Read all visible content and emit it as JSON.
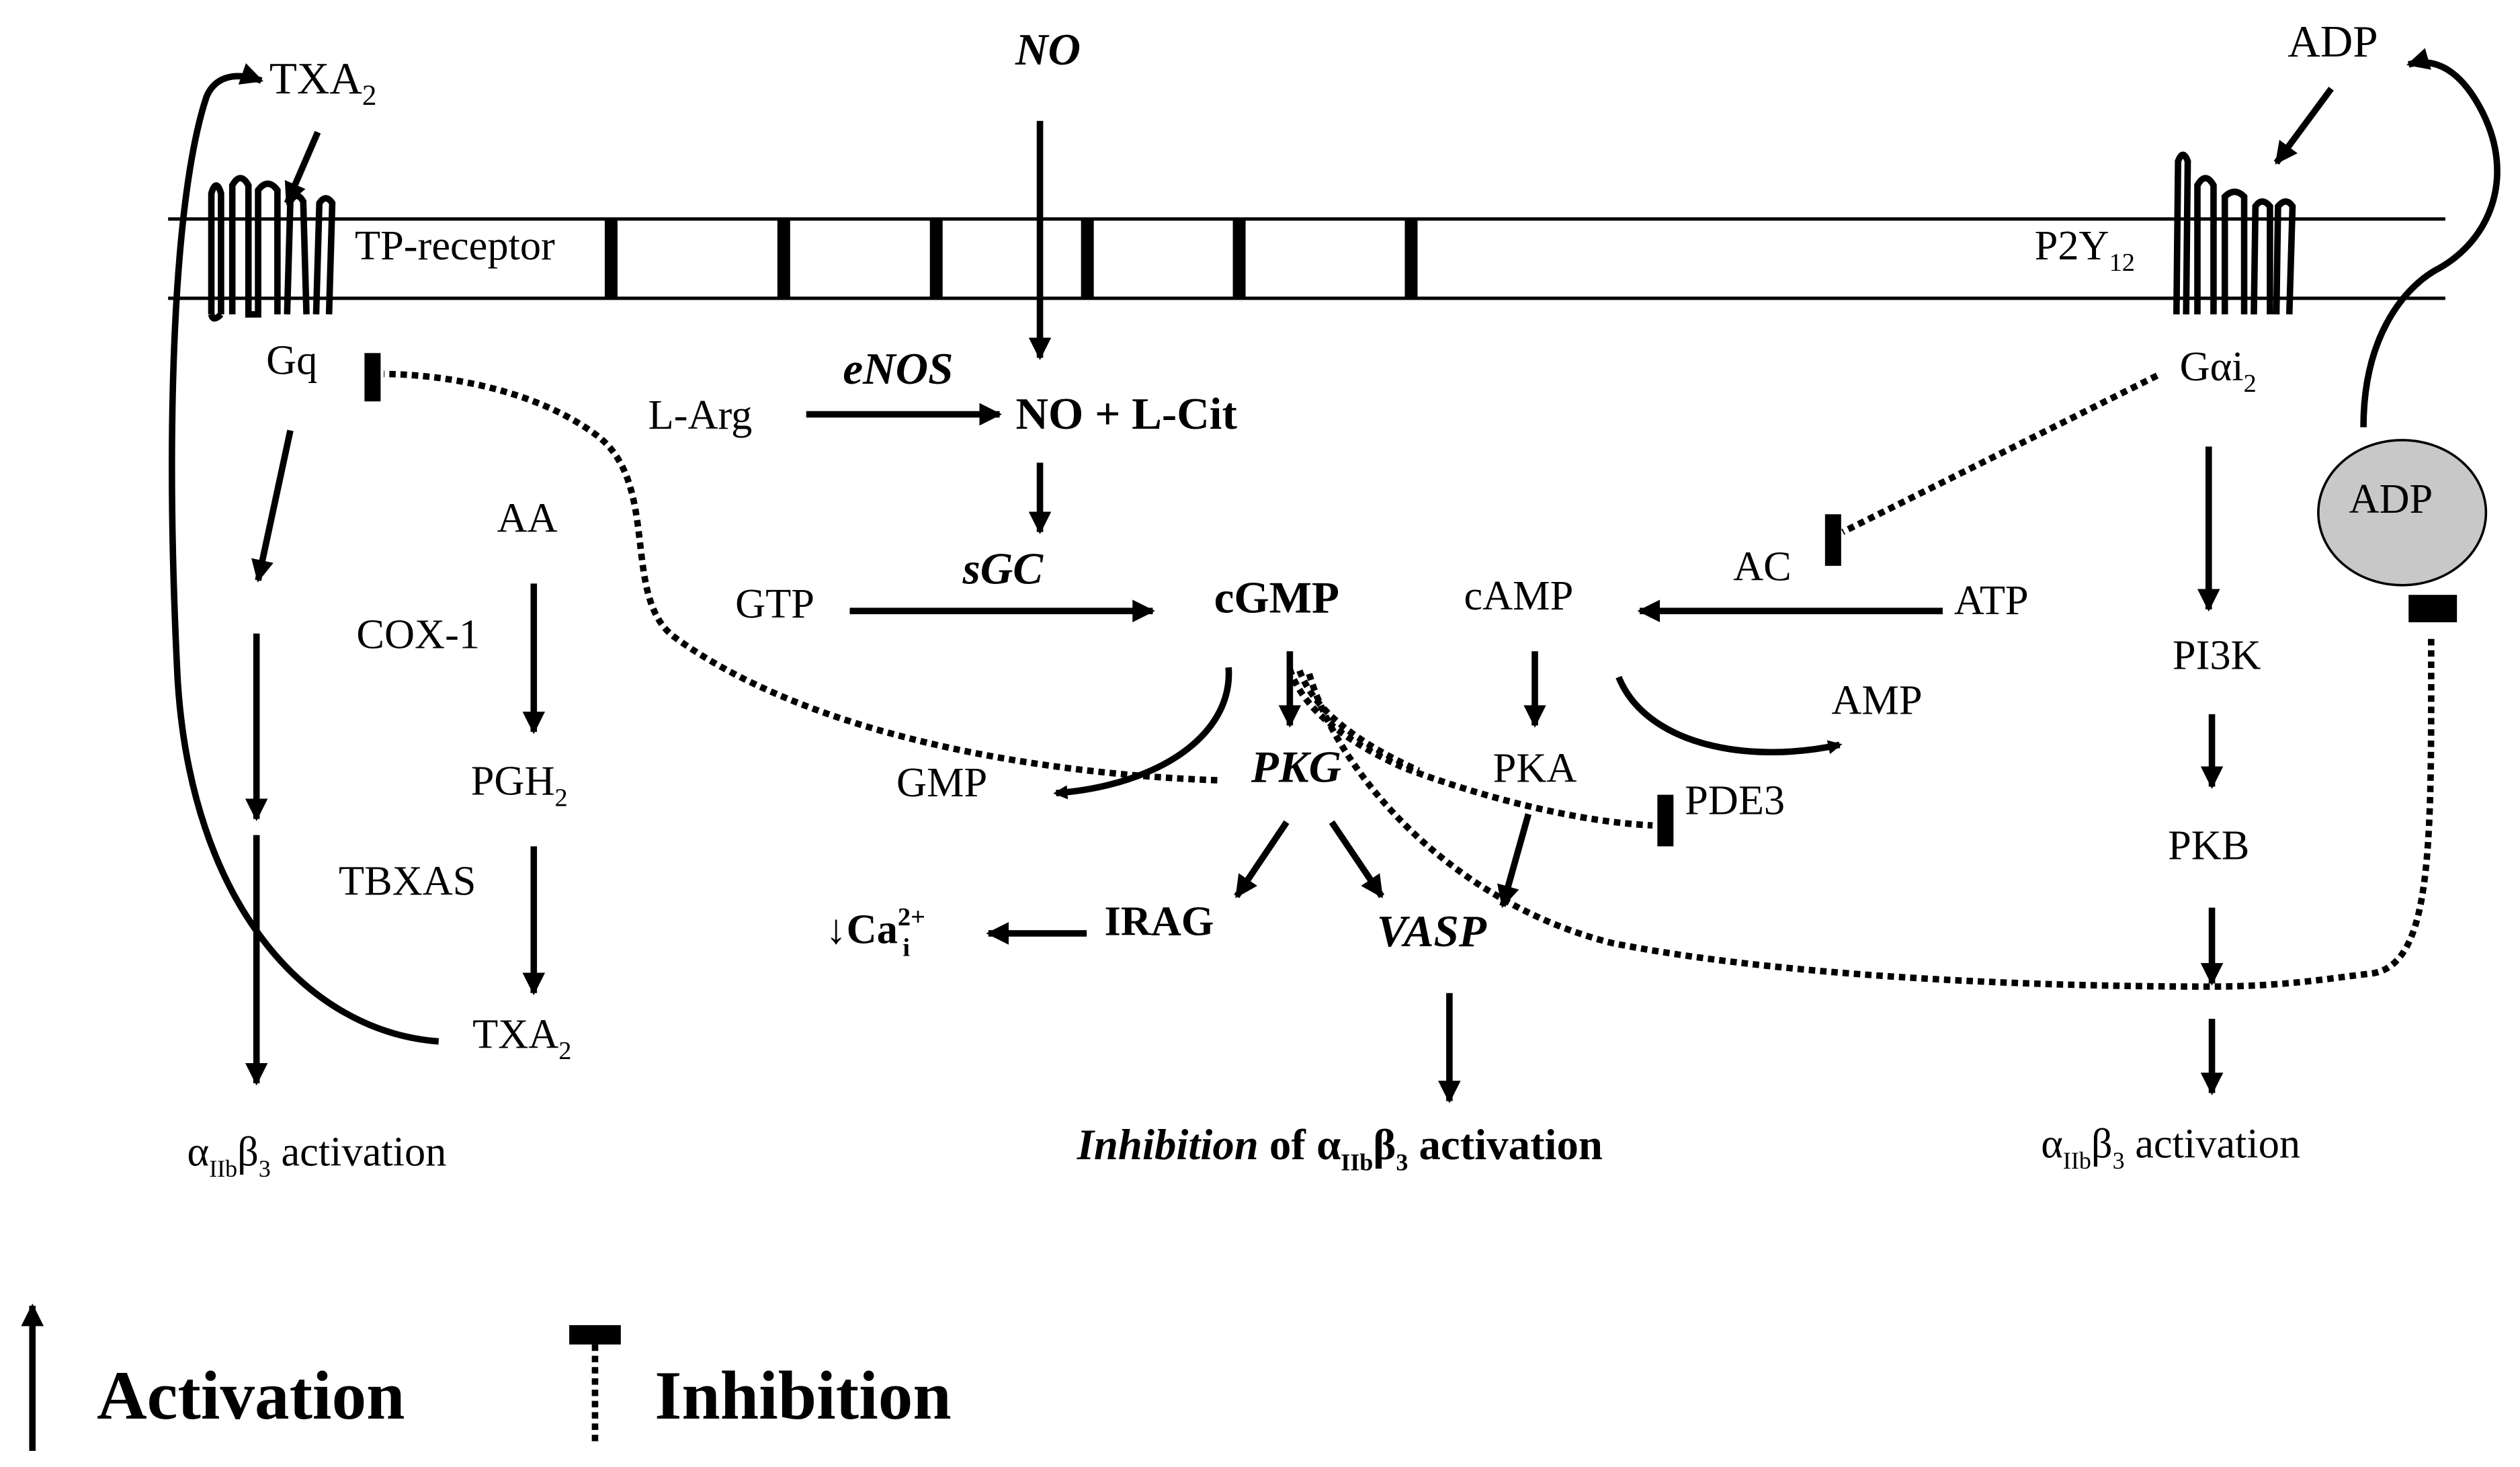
{
  "labels": {
    "no_top": "NO",
    "txa2_top": "TXA",
    "txa2_top_sub": "2",
    "adp_top": "ADP",
    "tp_receptor": "TP-receptor",
    "p2y12": "P2Y",
    "p2y12_sub": "12",
    "gq": "Gq",
    "gai2": "Gαi",
    "gai2_sub": "2",
    "enos": "eNOS",
    "larg": "L-Arg",
    "no_lcit": "NO + L-Cit",
    "aa": "AA",
    "cox1": "COX-1",
    "pgh2": "PGH",
    "pgh2_sub": "2",
    "tbxas": "TBXAS",
    "txa2_mid": "TXA",
    "txa2_mid_sub": "2",
    "sgc": "sGC",
    "gtp": "GTP",
    "cgmp": "cGMP",
    "camp": "cAMP",
    "ac": "AC",
    "atp": "ATP",
    "adp_ellipse": "ADP",
    "pi3k": "PI3K",
    "pkb": "PKB",
    "amp": "AMP",
    "gmp": "GMP",
    "pkg": "PKG",
    "pka": "PKA",
    "pde3": "PDE3",
    "irag": "IRAG",
    "vasp": "VASP",
    "ca": "↓Ca",
    "ca_sup": "2+",
    "ca_sub": "i",
    "alpha": "α",
    "iib": "IIb",
    "beta": "β",
    "three": "3",
    "activation_word": " activation",
    "inhibition_italic": "Inhibition",
    "of": " of "
  },
  "legend": {
    "activation": "Activation",
    "inhibition": "Inhibition"
  }
}
